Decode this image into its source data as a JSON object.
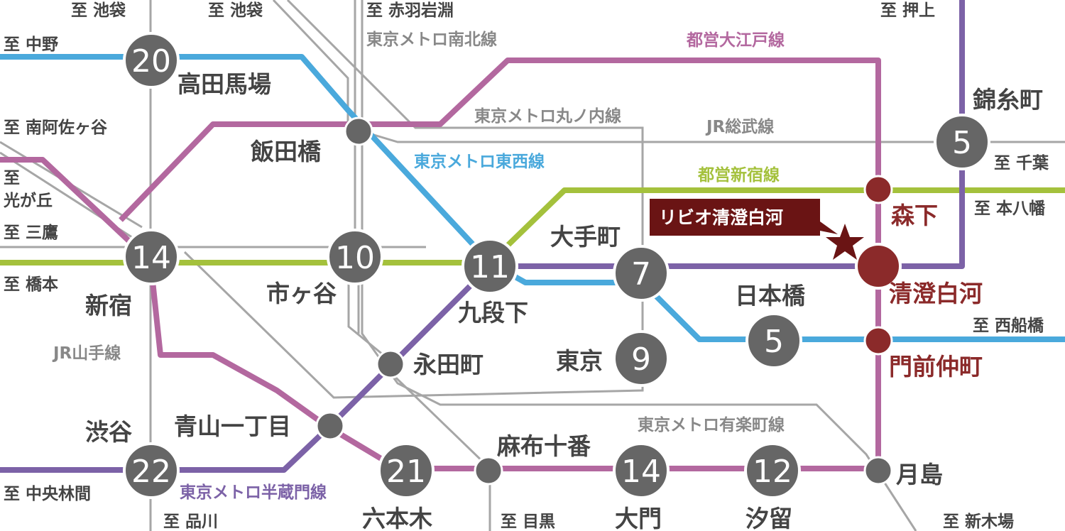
{
  "destinations": {
    "ikebukuro_1": "至 池袋",
    "ikebukuro_2": "至 池袋",
    "akabaneiwabuchi": "至 赤羽岩淵",
    "oshiage": "至 押上",
    "nakano": "至 中野",
    "minamiasagaya": "至 南阿佐ヶ谷",
    "hikarigaoka_1": "至",
    "hikarigaoka_2": "光が丘",
    "mitaka": "至 三鷹",
    "hashimoto": "至 橋本",
    "chiba": "至 千葉",
    "motoyawata": "至 本八幡",
    "nishifunabashi": "至 西船橋",
    "nakarinkan": "至 中央林間",
    "shinagawa": "至 品川",
    "meguro": "至 目黒",
    "shinkiba": "至 新木場"
  },
  "lines": {
    "namboku": "東京メトロ南北線",
    "oedo": "都営大江戸線",
    "marunouchi": "東京メトロ丸ノ内線",
    "sobu": "JR総武線",
    "tozai": "東京メトロ東西線",
    "shinjuku": "都営新宿線",
    "yamanote": "JR山手線",
    "yurakucho": "東京メトロ有楽町線",
    "hanzomon": "東京メトロ半蔵門線"
  },
  "stations": {
    "takadanobaba": {
      "name": "高田馬場",
      "minutes": "20"
    },
    "iidabashi": {
      "name": "飯田橋"
    },
    "kinshicho": {
      "name": "錦糸町",
      "minutes": "5"
    },
    "morishita": {
      "name": "森下"
    },
    "shinjuku": {
      "name": "新宿",
      "minutes": "14"
    },
    "ichigaya": {
      "name": "市ヶ谷",
      "minutes": "10"
    },
    "kudanshita": {
      "name": "九段下",
      "minutes": "11"
    },
    "otemachi": {
      "name": "大手町",
      "minutes": "7"
    },
    "kiyosumi": {
      "name": "清澄白河"
    },
    "nihombashi": {
      "name": "日本橋",
      "minutes": "5"
    },
    "monzennakacho": {
      "name": "門前仲町"
    },
    "nagatacho": {
      "name": "永田町"
    },
    "tokyo": {
      "name": "東京",
      "minutes": "9"
    },
    "aoyamaitchome": {
      "name": "青山一丁目"
    },
    "shibuya": {
      "name": "渋谷",
      "minutes": "22"
    },
    "roppongi": {
      "name": "六本木",
      "minutes": "21"
    },
    "azabujuban": {
      "name": "麻布十番"
    },
    "daimon": {
      "name": "大門",
      "minutes": "14"
    },
    "shiodome": {
      "name": "汐留",
      "minutes": "12"
    },
    "tsukishima": {
      "name": "月島"
    }
  },
  "callout": {
    "label": "リビオ清澄白河",
    "marker_icon": "star-icon"
  },
  "colors": {
    "oedo": "#b3689f",
    "tozai": "#4aa9dc",
    "shinjuku_line": "#a4c13c",
    "hanzomon": "#7c62a7",
    "gray_line": "#a6a6a6",
    "station_circle": "#666666",
    "highlight": "#8b2a2a",
    "callout_bg": "#6a1414"
  }
}
